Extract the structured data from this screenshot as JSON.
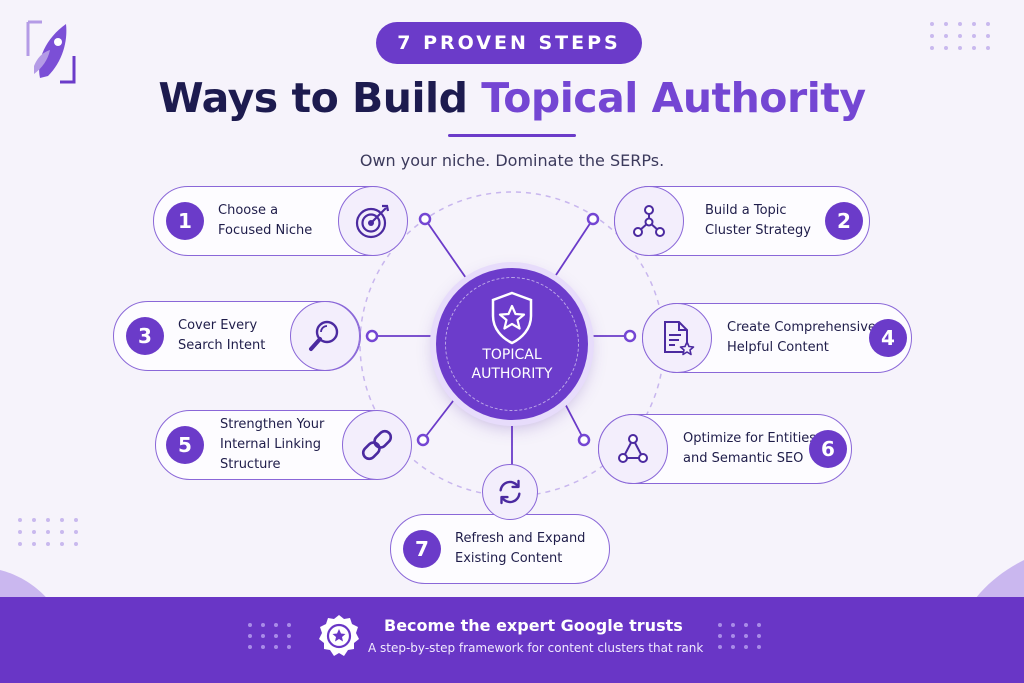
{
  "header": {
    "badge": "7 PROVEN STEPS",
    "title_part1": "Ways to Build ",
    "title_part2": "Topical Authority",
    "subtitle": "Own your niche. Dominate the SERPs."
  },
  "center": {
    "line1": "TOPICAL",
    "line2": "AUTHORITY",
    "icon": "shield-star-icon"
  },
  "steps": [
    {
      "number": "1",
      "line1": "Choose a",
      "line2": "Focused Niche",
      "line3": "",
      "icon": "target-icon"
    },
    {
      "number": "2",
      "line1": "Build a Topic",
      "line2": "Cluster Strategy",
      "line3": "",
      "icon": "cluster-nodes-icon"
    },
    {
      "number": "3",
      "line1": "Cover Every",
      "line2": "Search Intent",
      "line3": "",
      "icon": "magnifier-icon"
    },
    {
      "number": "4",
      "line1": "Create Comprehensive,",
      "line2": "Helpful Content",
      "line3": "",
      "icon": "document-star-icon"
    },
    {
      "number": "5",
      "line1": "Strengthen Your",
      "line2": "Internal Linking",
      "line3": "Structure",
      "icon": "link-icon"
    },
    {
      "number": "6",
      "line1": "Optimize for Entities",
      "line2": "and Semantic SEO",
      "line3": "",
      "icon": "entity-graph-icon"
    },
    {
      "number": "7",
      "line1": "Refresh and Expand",
      "line2": "Existing Content",
      "line3": "",
      "icon": "refresh-icon"
    }
  ],
  "footer": {
    "headline": "Become the expert Google trusts",
    "tagline": "A step-by-step framework for content clusters that rank",
    "icon": "star-badge-icon"
  },
  "colors": {
    "primary": "#6b3bc9",
    "accent": "#7446d3",
    "navy": "#1d1b4f",
    "background": "#f6f3fb"
  }
}
